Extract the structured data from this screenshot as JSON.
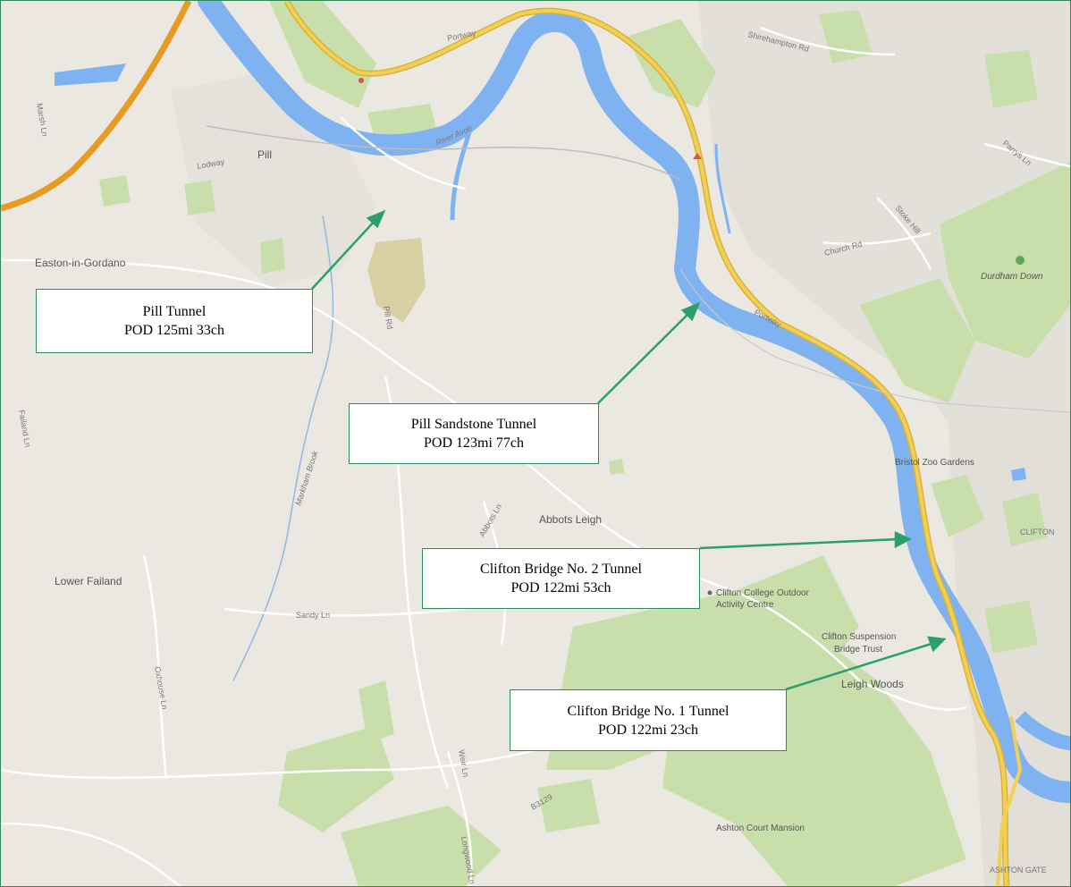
{
  "callouts": [
    {
      "name": "Pill Tunnel",
      "pod": "POD 125mi 33ch"
    },
    {
      "name": "Pill Sandstone Tunnel",
      "pod": "POD 123mi 77ch"
    },
    {
      "name": "Clifton Bridge No. 2 Tunnel",
      "pod": "POD 122mi 53ch"
    },
    {
      "name": "Clifton Bridge No. 1 Tunnel",
      "pod": "POD 122mi 23ch"
    }
  ],
  "places": {
    "pill": "Pill",
    "easton": "Easton-in-Gordano",
    "lower_failand": "Lower Failand",
    "abbots_leigh": "Abbots Leigh",
    "leigh_woods": "Leigh Woods",
    "clifton": "CLIFTON",
    "ashton_gate": "ASHTON GATE",
    "durdham_down": "Durdham Down"
  },
  "poi": {
    "zoo": "Bristol Zoo Gardens",
    "college_1": "Clifton College Outdoor",
    "college_2": "Activity Centre",
    "bridge_trust_1": "Clifton Suspension",
    "bridge_trust_2": "Bridge Trust",
    "ashton_court": "Ashton Court Mansion"
  },
  "roads": {
    "portway_1": "Portway",
    "portway_2": "Portway",
    "river_avon": "River Avon",
    "shirehampton": "Shirehampton Rd",
    "lodway": "Lodway",
    "marsh": "Marsh Ln",
    "pill_rd": "Pill Rd",
    "church_rd": "Church Rd",
    "stoke_hill": "Stoke Hill",
    "parrys": "Parrys Ln",
    "failand": "Failand Ln",
    "markham": "Markham Brook",
    "sandy": "Sandy Ln",
    "oxhouse": "Oxhouse Ln",
    "weir": "Weir Ln",
    "b3129": "B3129",
    "abbots_rd": "Abbots Ln",
    "longwood": "Longwood Ln"
  },
  "colors": {
    "land": "#ebe8e1",
    "park": "#c8dfac",
    "water": "#7fb2f0",
    "motorway": "#e89a23",
    "a_road": "#f2cf55",
    "callout_border": "#2e8b57",
    "arrow": "#2aa06a"
  }
}
